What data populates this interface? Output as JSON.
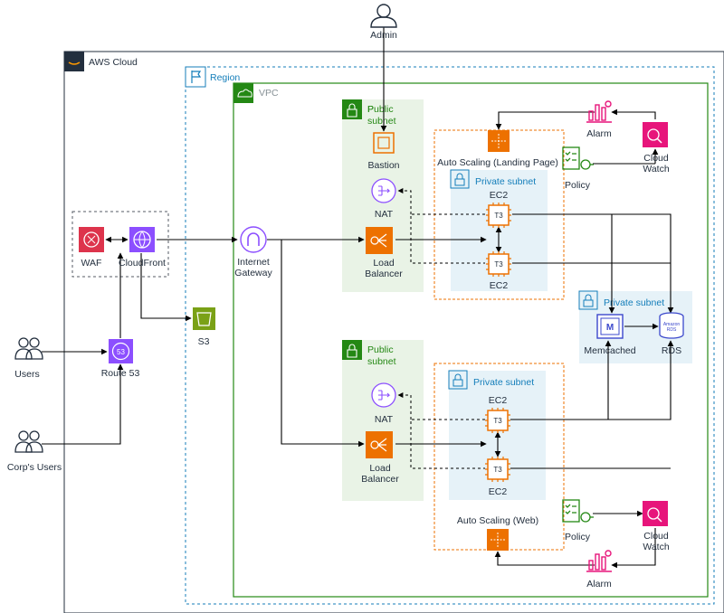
{
  "groups": {
    "aws_cloud": "AWS Cloud",
    "region": "Region",
    "vpc": "VPC",
    "public_subnet_1": "Public\nsubnet",
    "public_subnet_2": "Public\nsubnet",
    "private_subnet_landing": "Private subnet",
    "private_subnet_data": "Private subnet",
    "private_subnet_web": "Private subnet",
    "autoscaling_landing": "Auto Scaling (Landing Page)",
    "autoscaling_web": "Auto Scaling (Web)"
  },
  "nodes": {
    "admin": "Admin",
    "users": "Users",
    "corp_users": "Corp's Users",
    "route53": "Route 53",
    "route53_badge": "53",
    "waf": "WAF",
    "cloudfront": "CloudFront",
    "s3": "S3",
    "igw": "Internet\nGateway",
    "bastion": "Bastion",
    "nat_top": "NAT",
    "lb_top": "Load\nBalancer",
    "nat_bottom": "NAT",
    "lb_bottom": "Load\nBalancer",
    "ec2_landing_1": "EC2",
    "ec2_landing_2": "EC2",
    "ec2_web_1": "EC2",
    "ec2_web_2": "EC2",
    "t3": "T3",
    "memcached": "Memcached",
    "memcached_badge": "M",
    "rds": "RDS",
    "rds_badge": "Amazon\nRDS",
    "alarm_top": "Alarm",
    "cloudwatch_top": "Cloud\nWatch",
    "policy_top": "Policy",
    "alarm_bottom": "Alarm",
    "cloudwatch_bottom": "Cloud\nWatch",
    "policy_bottom": "Policy"
  },
  "colors": {
    "region_border": "#147eba",
    "vpc_border": "#248814",
    "public_subnet_fill": "#e9f3e6",
    "private_subnet_fill": "#e6f2f8",
    "autoscaling_border": "#ed7100",
    "compute_orange": "#ed7100",
    "network_purple": "#8c4fff",
    "security_red": "#dd344c",
    "storage_green": "#7aa116",
    "database_blue": "#3b48cc",
    "management_pink": "#e7157b",
    "ink": "#232f3e"
  }
}
